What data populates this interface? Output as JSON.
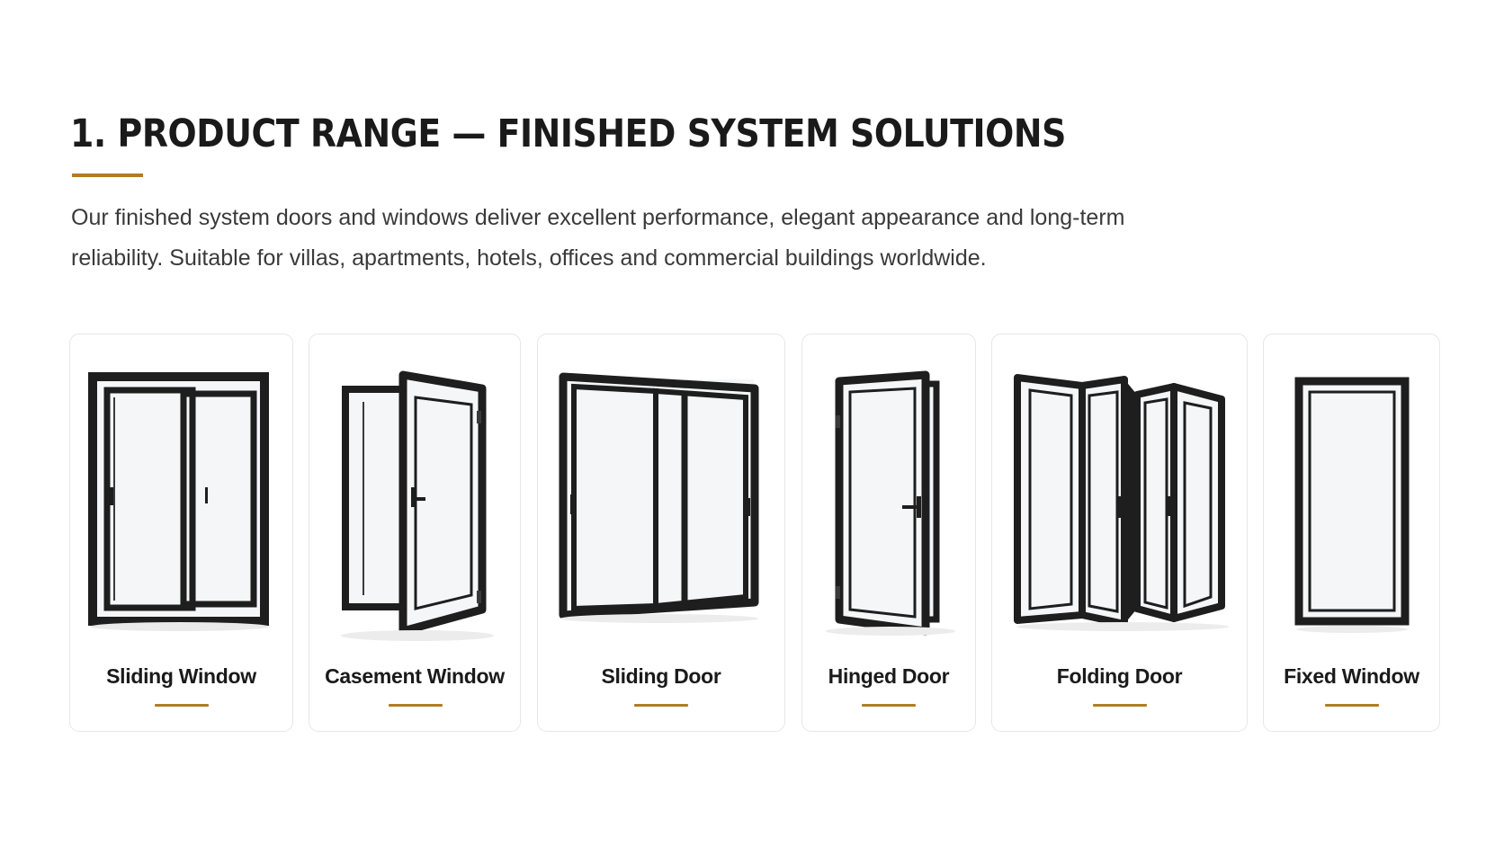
{
  "section": {
    "title": "1. PRODUCT RANGE — FINISHED SYSTEM SOLUTIONS",
    "intro_line1": "Our finished system doors and windows deliver excellent performance, elegant appearance and long-term",
    "intro_line2": "reliability. Suitable for villas, apartments, hotels, offices and commercial buildings worldwide."
  },
  "colors": {
    "accent": "#b07d22",
    "frame": "#1e1e1e",
    "glass": "#f4f6f7",
    "card_border": "#e7e7e7"
  },
  "products": [
    {
      "label": "Sliding Window",
      "icon": "sliding-window-icon"
    },
    {
      "label": "Casement Window",
      "icon": "casement-window-icon"
    },
    {
      "label": "Sliding Door",
      "icon": "sliding-door-icon"
    },
    {
      "label": "Hinged Door",
      "icon": "hinged-door-icon"
    },
    {
      "label": "Folding Door",
      "icon": "folding-door-icon"
    },
    {
      "label": "Fixed Window",
      "icon": "fixed-window-icon"
    }
  ]
}
